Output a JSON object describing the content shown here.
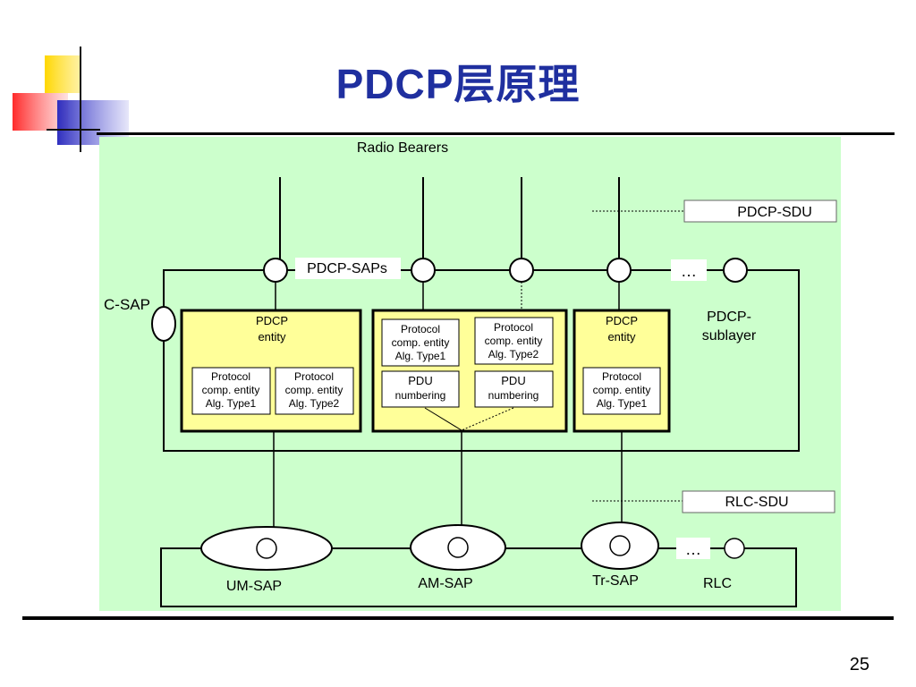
{
  "slide": {
    "title": "PDCP层原理",
    "page_number": "25"
  },
  "diagram": {
    "radio_bearers": "Radio Bearers",
    "pdcp_sdu": "PDCP-SDU",
    "pdcp_saps": "PDCP-SAPs",
    "ellipsis_top": "…",
    "c_sap": "C-SAP",
    "pdcp_sublayer": [
      "PDCP-",
      "sublayer"
    ],
    "entity1": {
      "title": [
        "PDCP",
        "entity"
      ],
      "boxes": [
        [
          "Protocol",
          "comp. entity",
          "Alg. Type1"
        ],
        [
          "Protocol",
          "comp. entity",
          "Alg. Type2"
        ]
      ]
    },
    "entity2": {
      "boxes": [
        [
          "Protocol",
          "comp. entity",
          "Alg. Type1"
        ],
        [
          "Protocol",
          "comp. entity",
          "Alg. Type2"
        ]
      ],
      "pdu_boxes": [
        [
          "PDU",
          "numbering"
        ],
        [
          "PDU",
          "numbering"
        ]
      ]
    },
    "entity3": {
      "title": [
        "PDCP",
        "entity"
      ],
      "boxes": [
        [
          "Protocol",
          "comp. entity",
          "Alg. Type1"
        ]
      ]
    },
    "rlc_sdu": "RLC-SDU",
    "um_sap": "UM-SAP",
    "am_sap": "AM-SAP",
    "tr_sap": "Tr-SAP",
    "ellipsis_bottom": "…",
    "rlc": "RLC"
  },
  "colors": {
    "title": "#1f2f9f",
    "diagram_bg": "#ccffcc",
    "entity_fill": "#ffff99",
    "decor_yellow": "#ffd700",
    "decor_red": "#ff3333",
    "decor_blue": "#3333cc"
  }
}
